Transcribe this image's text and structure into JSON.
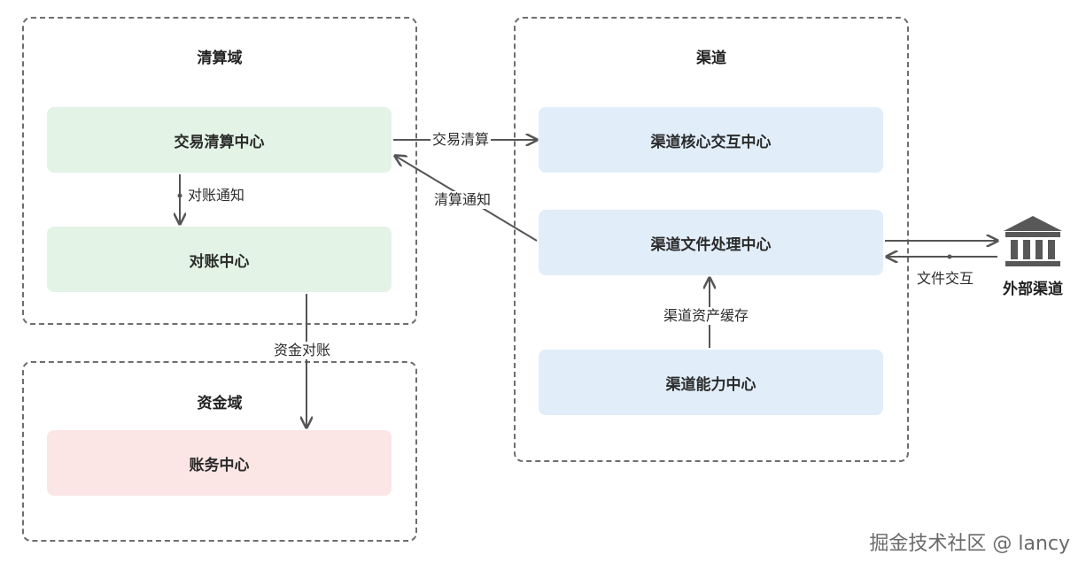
{
  "regions": {
    "clearing": {
      "title": "清算域"
    },
    "funds": {
      "title": "资金域"
    },
    "channel": {
      "title": "渠道"
    }
  },
  "nodes": {
    "trade_clearing_center": "交易清算中心",
    "reconciliation_center": "对账中心",
    "accounting_center": "账务中心",
    "channel_core_center": "渠道核心交互中心",
    "channel_file_center": "渠道文件处理中心",
    "channel_capability_center": "渠道能力中心"
  },
  "external": {
    "bank_label": "外部渠道",
    "icon": "bank-icon"
  },
  "edges": {
    "trade_clearing": "交易清算",
    "clearing_notice": "清算通知",
    "reconciliation_notice": "对账通知",
    "funds_reconciliation": "资金对账",
    "channel_asset_cache": "渠道资产缓存",
    "file_interaction": "文件交互"
  },
  "watermark": "掘金技术社区 @ lancy",
  "colors": {
    "green_node": "#e3f3e6",
    "blue_node": "#e1eef9",
    "pink_node": "#fbe5e5",
    "line": "#555555"
  }
}
